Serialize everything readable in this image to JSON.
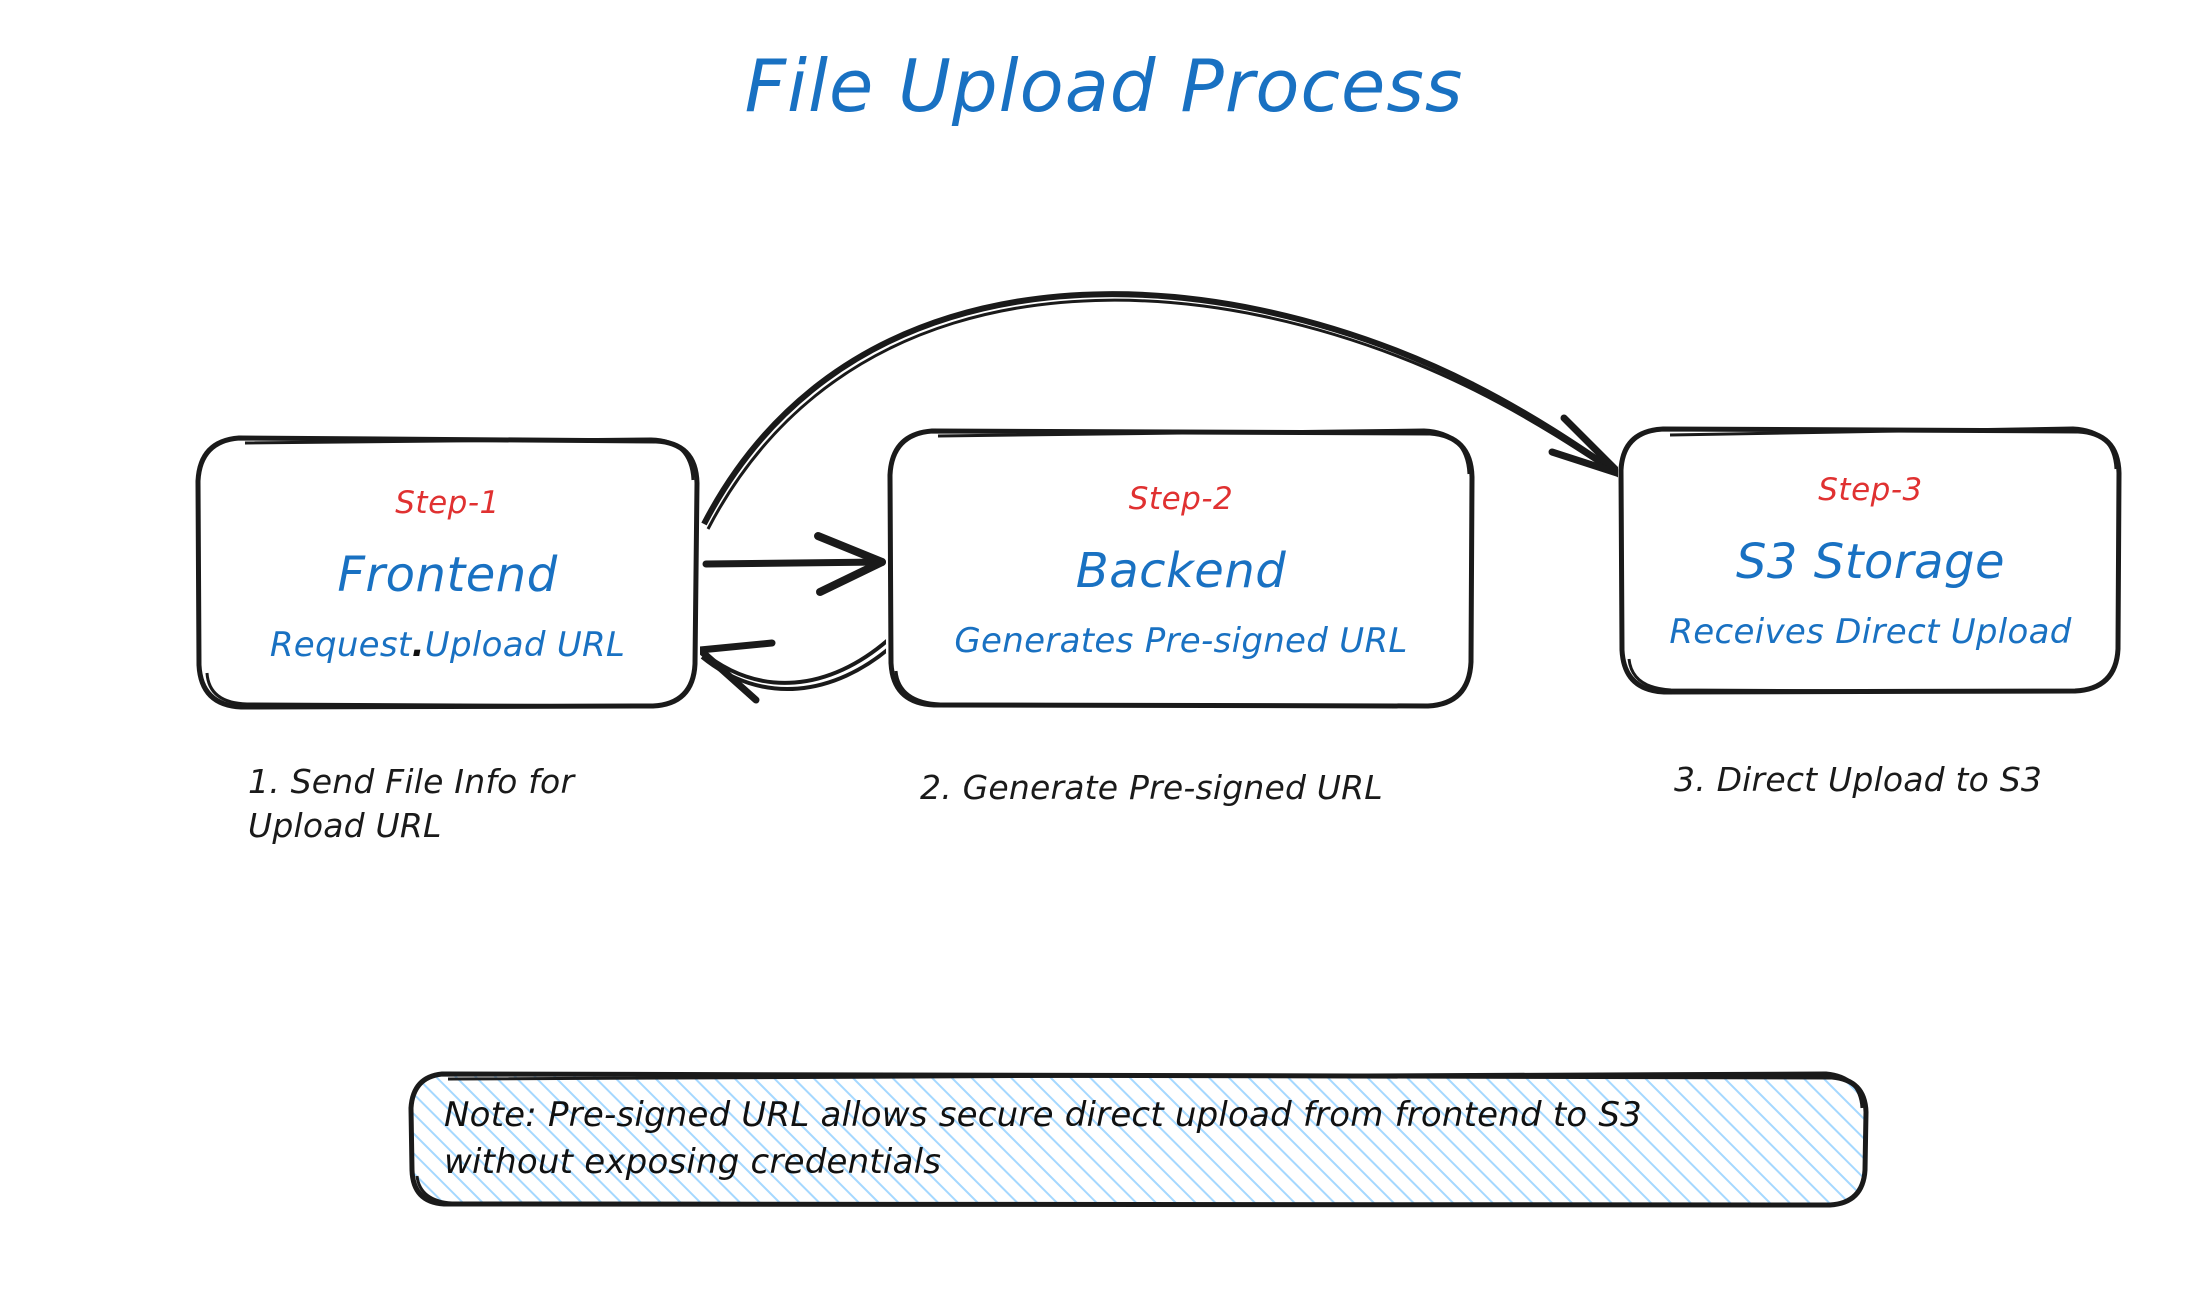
{
  "diagram": {
    "title": "File Upload Process",
    "title_color": "#1971c2",
    "accent_red": "#e03131",
    "accent_blue": "#1971c2",
    "stroke_color": "#1a1a1a",
    "note_hatch_color": "#a5d8ff",
    "background": "#ffffff"
  },
  "nodes": [
    {
      "step": "Step-1",
      "title": "Frontend",
      "subtitle_before": "Request",
      "subtitle_dot": ".",
      "subtitle_after": "Upload URL",
      "subtitle": "Request.Upload URL"
    },
    {
      "step": "Step-2",
      "title": "Backend",
      "subtitle": "Generates Pre-signed URL"
    },
    {
      "step": "Step-3",
      "title": "S3 Storage",
      "subtitle": "Receives Direct Upload"
    }
  ],
  "edges": [
    {
      "caption_line1": "1. Send File Info for",
      "caption_line2": "Upload URL"
    },
    {
      "caption_line1": "2. Generate Pre-signed URL",
      "caption_line2": ""
    },
    {
      "caption_line1": "3. Direct Upload to S3",
      "caption_line2": ""
    }
  ],
  "note": {
    "line1": "Note: Pre-signed URL allows secure direct upload from frontend to S3",
    "line2": "without exposing credentials"
  }
}
